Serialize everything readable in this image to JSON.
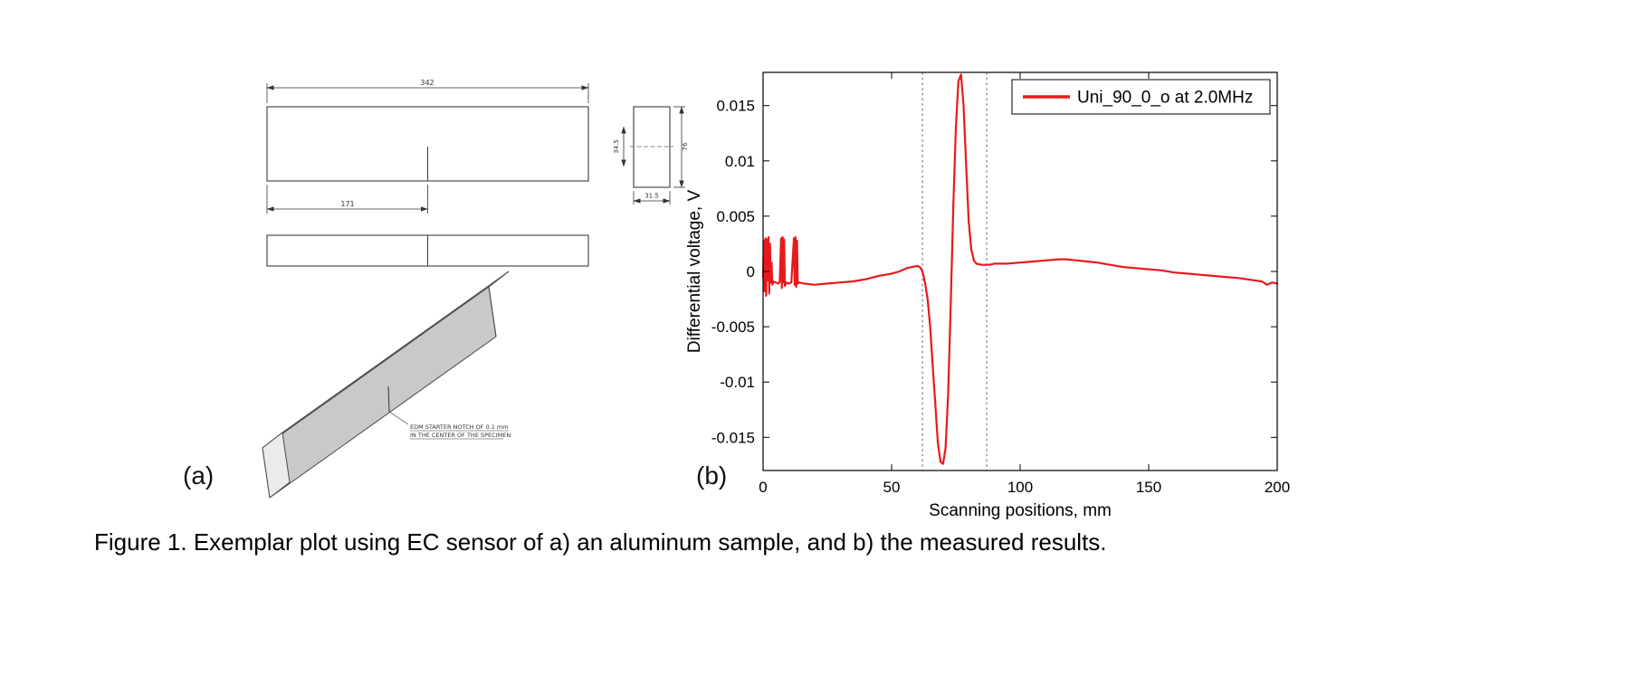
{
  "figure": {
    "panel_a_label": "(a)",
    "panel_b_label": "(b)",
    "caption": "Figure 1. Exemplar plot using EC sensor of a) an aluminum sample, and b) the measured results."
  },
  "specimen_drawing": {
    "overall_length_dim": "342",
    "notch_position_dim": "171",
    "section_height_dim": "34.5",
    "section_width_dim": "31.5",
    "section_depth_dim": "76",
    "notch_note_line1": "EDM STARTER NOTCH OF 0.1 mm",
    "notch_note_line2": "IN THE CENTER OF THE SPECIMEN"
  },
  "chart_data": {
    "type": "line",
    "title": "",
    "xlabel": "Scanning positions, mm",
    "ylabel": "Differential voltage, V",
    "xlim": [
      0,
      200
    ],
    "ylim": [
      -0.018,
      0.018
    ],
    "xticks": [
      0,
      50,
      100,
      150,
      200
    ],
    "xtick_labels": [
      "0",
      "50",
      "100",
      "150",
      "200"
    ],
    "yticks": [
      -0.015,
      -0.01,
      -0.005,
      0,
      0.005,
      0.01,
      0.015
    ],
    "ytick_labels": [
      "-0.015",
      "-0.01",
      "-0.005",
      "0",
      "0.005",
      "0.01",
      "0.015"
    ],
    "grid": false,
    "legend": {
      "position": "top-right",
      "entries": [
        {
          "label": "Uni_90_0_o at 2.0MHz",
          "color": "#e8191c"
        }
      ]
    },
    "vlines": {
      "x": [
        62,
        87
      ],
      "color": "#5b5b8f",
      "style": "dashed"
    },
    "series": [
      {
        "name": "Uni_90_0_o at 2.0MHz",
        "color": "#e8191c",
        "points": [
          [
            0,
            -0.0005
          ],
          [
            0.3,
            0.0028
          ],
          [
            0.6,
            -0.0018
          ],
          [
            0.9,
            0.003
          ],
          [
            1.2,
            -0.0022
          ],
          [
            1.5,
            0.0029
          ],
          [
            1.8,
            -0.0008
          ],
          [
            2.1,
            0.0031
          ],
          [
            2.4,
            -0.002
          ],
          [
            2.7,
            0.0025
          ],
          [
            3,
            -0.001
          ],
          [
            3.3,
            0.0008
          ],
          [
            3.6,
            -0.0012
          ],
          [
            4,
            -0.0009
          ],
          [
            5,
            -0.001
          ],
          [
            6,
            -0.0011
          ],
          [
            6.5,
            -0.0009
          ],
          [
            7,
            0.003
          ],
          [
            7.3,
            -0.0015
          ],
          [
            7.6,
            0.0031
          ],
          [
            7.9,
            -0.001
          ],
          [
            8.2,
            0.0029
          ],
          [
            8.5,
            -0.0013
          ],
          [
            9,
            -0.001
          ],
          [
            10,
            -0.0011
          ],
          [
            11,
            -0.001
          ],
          [
            12,
            0.003
          ],
          [
            12.3,
            -0.0012
          ],
          [
            12.6,
            0.0031
          ],
          [
            12.9,
            -0.0014
          ],
          [
            13.2,
            0.0028
          ],
          [
            13.5,
            -0.0011
          ],
          [
            14,
            -0.001
          ],
          [
            16,
            -0.0011
          ],
          [
            20,
            -0.0012
          ],
          [
            25,
            -0.0011
          ],
          [
            30,
            -0.001
          ],
          [
            35,
            -0.0009
          ],
          [
            40,
            -0.0007
          ],
          [
            45,
            -0.0004
          ],
          [
            50,
            -0.0002
          ],
          [
            53,
            0
          ],
          [
            56,
            0.0003
          ],
          [
            58,
            0.0004
          ],
          [
            60,
            0.0005
          ],
          [
            61,
            0.0004
          ],
          [
            62,
            0
          ],
          [
            63,
            -0.001
          ],
          [
            64,
            -0.0025
          ],
          [
            65,
            -0.005
          ],
          [
            66,
            -0.0085
          ],
          [
            67,
            -0.012
          ],
          [
            68,
            -0.0155
          ],
          [
            69,
            -0.0172
          ],
          [
            70,
            -0.0174
          ],
          [
            71,
            -0.016
          ],
          [
            72,
            -0.011
          ],
          [
            73,
            -0.003
          ],
          [
            74,
            0.006
          ],
          [
            75,
            0.013
          ],
          [
            76,
            0.0172
          ],
          [
            77,
            0.0178
          ],
          [
            78,
            0.015
          ],
          [
            79,
            0.0095
          ],
          [
            80,
            0.0045
          ],
          [
            81,
            0.002
          ],
          [
            82,
            0.001
          ],
          [
            83,
            0.0007
          ],
          [
            85,
            0.0006
          ],
          [
            88,
            0.0006
          ],
          [
            90,
            0.0007
          ],
          [
            95,
            0.0007
          ],
          [
            100,
            0.0008
          ],
          [
            105,
            0.0009
          ],
          [
            110,
            0.001
          ],
          [
            115,
            0.0011
          ],
          [
            118,
            0.0011
          ],
          [
            122,
            0.001
          ],
          [
            126,
            0.0009
          ],
          [
            130,
            0.0008
          ],
          [
            135,
            0.0006
          ],
          [
            140,
            0.0004
          ],
          [
            145,
            0.0003
          ],
          [
            150,
            0.0002
          ],
          [
            155,
            0.0001
          ],
          [
            160,
            -0.0001
          ],
          [
            165,
            -0.0002
          ],
          [
            170,
            -0.0003
          ],
          [
            175,
            -0.0004
          ],
          [
            180,
            -0.0005
          ],
          [
            185,
            -0.0006
          ],
          [
            188,
            -0.0007
          ],
          [
            191,
            -0.0008
          ],
          [
            194,
            -0.0009
          ],
          [
            196,
            -0.0012
          ],
          [
            198,
            -0.001
          ],
          [
            200,
            -0.0011
          ]
        ]
      }
    ]
  }
}
